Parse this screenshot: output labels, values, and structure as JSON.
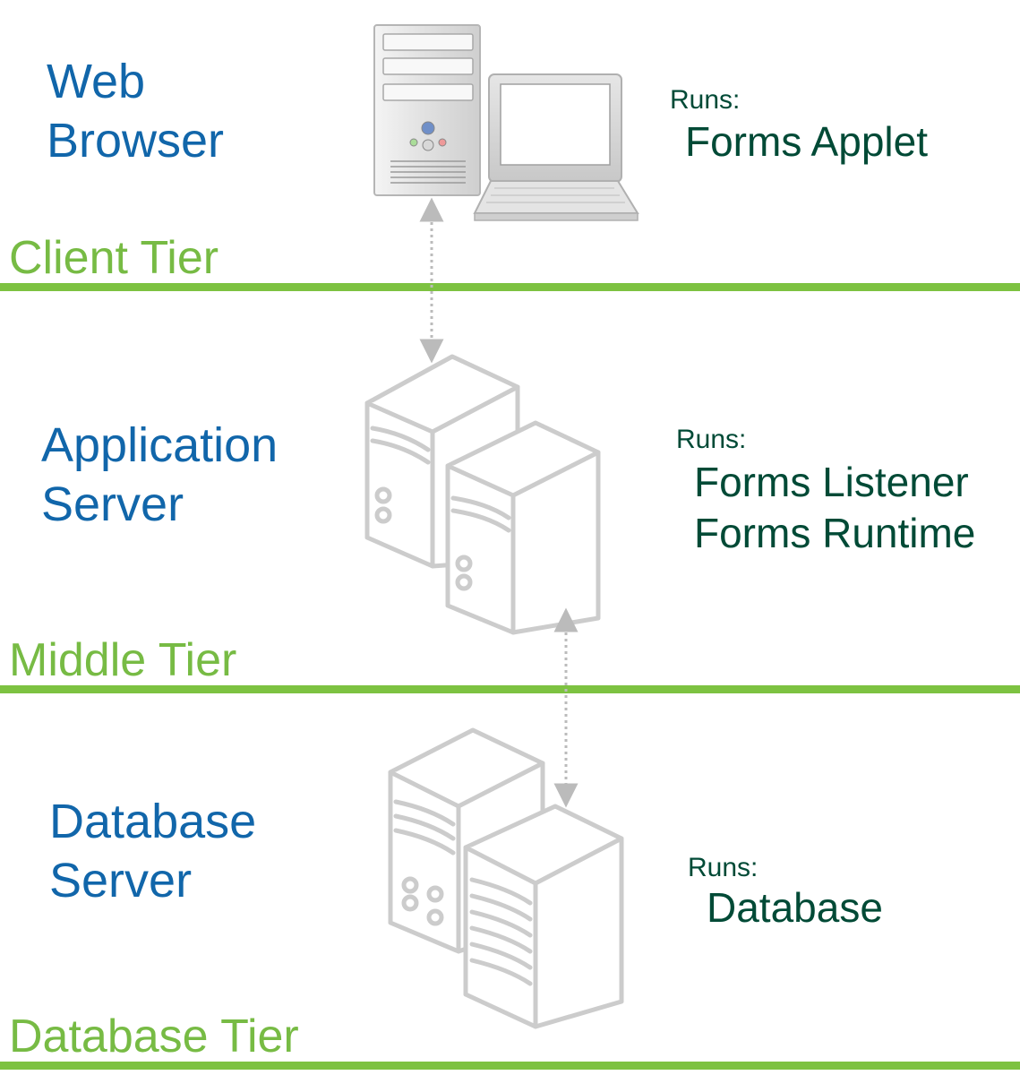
{
  "tiers": [
    {
      "id": "client",
      "tier_label": "Client Tier",
      "component": [
        "Web",
        "Browser"
      ],
      "runs_label": "Runs:",
      "runs": [
        "Forms Applet"
      ]
    },
    {
      "id": "middle",
      "tier_label": "Middle Tier",
      "component": [
        "Application",
        "Server"
      ],
      "runs_label": "Runs:",
      "runs": [
        "Forms Listener",
        "Forms Runtime"
      ]
    },
    {
      "id": "database",
      "tier_label": "Database Tier",
      "component": [
        "Database",
        "Server"
      ],
      "runs_label": "Runs:",
      "runs": [
        "Database"
      ]
    }
  ],
  "icons": {
    "client": "desktop-computer-icon",
    "middle": "server-pair-icon",
    "database": "database-server-pair-icon",
    "link": "bidirectional-dotted-arrow-icon"
  },
  "colors": {
    "component_text": "#1166aa",
    "tier_text": "#77bb44",
    "tier_line": "#7dc241",
    "runs_text": "#004a36",
    "icon_stroke": "#cccccc"
  }
}
